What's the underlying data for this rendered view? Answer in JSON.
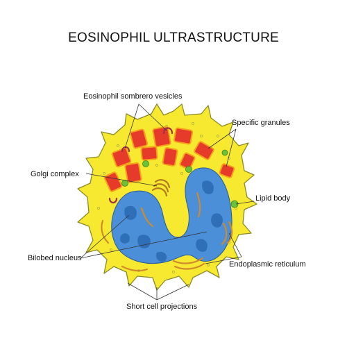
{
  "title": "EOSINOPHIL ULTRASTRUCTURE",
  "labels": {
    "sombrero": "Eosinophil sombrero vesicles",
    "granules": "Specific granules",
    "golgi": "Golgi complex",
    "lipid": "Lipid body",
    "nucleus": "Bilobed nucleus",
    "er": "Endoplasmic reticulum",
    "projections": "Short cell projections"
  },
  "stock_id": "1173276496",
  "colors": {
    "cytoplasm": "#f7e930",
    "membrane": "#8a8a2a",
    "nucleus": "#4a8fd8",
    "nucleus_dark": "#2f6fb8",
    "granule": "#e63a2a",
    "granule_edge": "#f6a11e",
    "lipid": "#6cc13a",
    "er": "#d08a2a"
  }
}
